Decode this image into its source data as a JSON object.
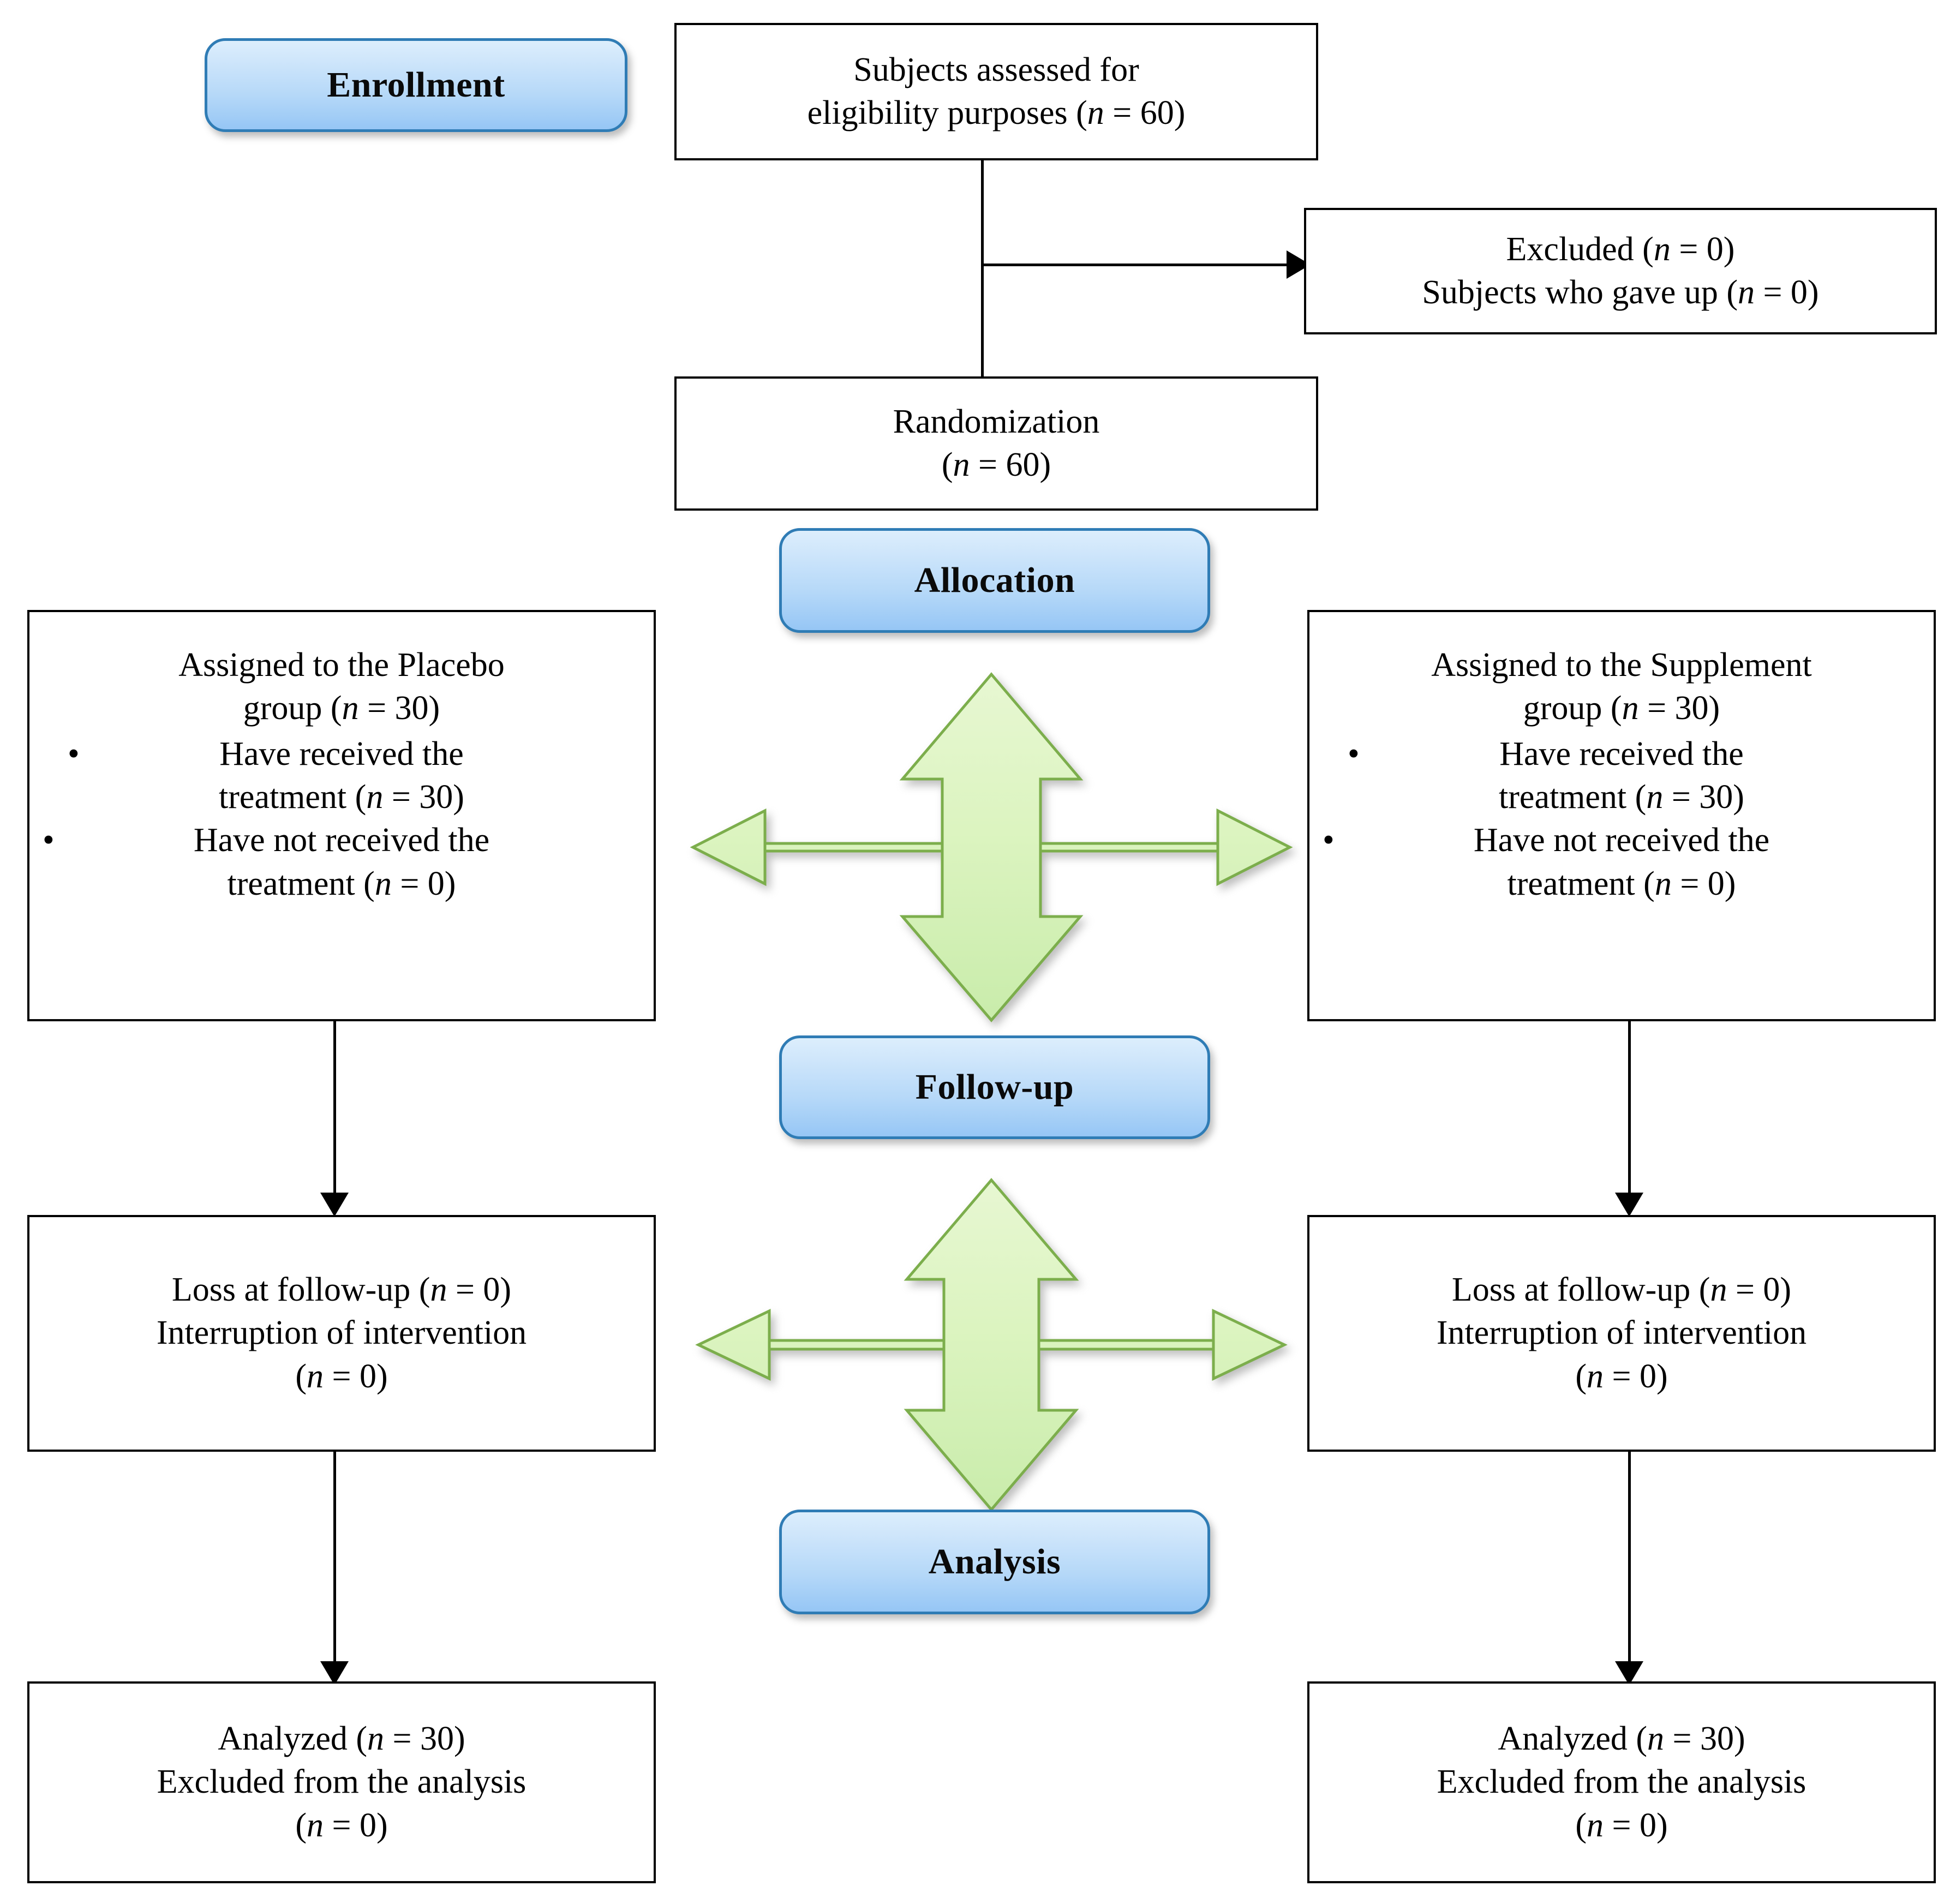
{
  "diagram": {
    "title": "CONSORT participant flow diagram",
    "colors": {
      "badge_border": "#2f7cb5",
      "badge_fill_top": "#dceefc",
      "badge_fill_bottom": "#96c6f5",
      "arrow_fill": "#d8f2b8",
      "arrow_stroke": "#7cae4c",
      "box_border": "#000000",
      "text": "#000000"
    }
  },
  "stages": {
    "enrollment": "Enrollment",
    "allocation": "Allocation",
    "followup": "Follow-up",
    "analysis": "Analysis"
  },
  "nodes": {
    "assessed": {
      "line1": "Subjects assessed for",
      "line2_pre": "eligibility purposes (",
      "line2_var": "n",
      "line2_post": " = 60)"
    },
    "excluded": {
      "line1_pre": "Excluded (",
      "line1_var": "n",
      "line1_post": " = 0)",
      "line2_pre": "Subjects who gave up (",
      "line2_var": "n",
      "line2_post": " = 0)"
    },
    "randomization": {
      "line1": "Randomization",
      "line2_pre": "(",
      "line2_var": "n",
      "line2_post": " = 60)"
    },
    "placebo_alloc": {
      "line1": "Assigned to the Placebo",
      "line2_pre": "group (",
      "line2_var": "n",
      "line2_post": " = 30)",
      "bullet_char": "•",
      "bullets": [
        {
          "l1": "Have received the",
          "l2_pre": "treatment (",
          "l2_var": "n",
          "l2_post": " = 30)"
        },
        {
          "l1": "Have not received the",
          "l2_pre": "treatment (",
          "l2_var": "n",
          "l2_post": " = 0)"
        }
      ]
    },
    "supplement_alloc": {
      "line1": "Assigned to the Supplement",
      "line2_pre": "group (",
      "line2_var": "n",
      "line2_post": " = 30)",
      "bullet_char": "•",
      "bullets": [
        {
          "l1": "Have received the",
          "l2_pre": "treatment (",
          "l2_var": "n",
          "l2_post": " = 30)"
        },
        {
          "l1": "Have not received the",
          "l2_pre": "treatment (",
          "l2_var": "n",
          "l2_post": " = 0)"
        }
      ]
    },
    "placebo_followup": {
      "line1_pre": "Loss at follow-up (",
      "line1_var": "n",
      "line1_post": " = 0)",
      "line2": "Interruption of intervention",
      "line3_pre": "(",
      "line3_var": "n",
      "line3_post": " = 0)"
    },
    "supplement_followup": {
      "line1_pre": "Loss at follow-up (",
      "line1_var": "n",
      "line1_post": " = 0)",
      "line2": "Interruption of intervention",
      "line3_pre": "(",
      "line3_var": "n",
      "line3_post": " = 0)"
    },
    "placebo_analysis": {
      "line1_pre": "Analyzed (",
      "line1_var": "n",
      "line1_post": " = 30)",
      "line2": "Excluded from the analysis",
      "line3_pre": "(",
      "line3_var": "n",
      "line3_post": " = 0)"
    },
    "supplement_analysis": {
      "line1_pre": "Analyzed (",
      "line1_var": "n",
      "line1_post": " = 30)",
      "line2": "Excluded from the analysis",
      "line3_pre": "(",
      "line3_var": "n",
      "line3_post": " = 0)"
    }
  }
}
